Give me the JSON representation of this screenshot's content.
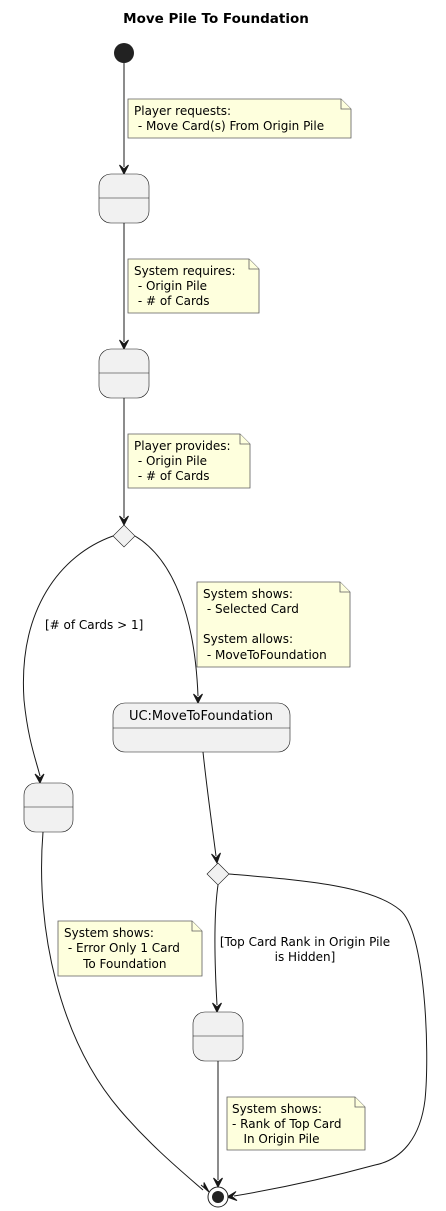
{
  "title": "Move Pile To Foundation",
  "notes": {
    "player_requests": [
      "Player requests:",
      " - Move Card(s) From Origin Pile"
    ],
    "system_requires": [
      "System requires:",
      " - Origin Pile",
      " - # of Cards"
    ],
    "player_provides": [
      "Player provides:",
      " - Origin Pile",
      " - # of Cards"
    ],
    "system_shows_allows": [
      "System shows:",
      " - Selected Card",
      "",
      "System allows:",
      " - MoveToFoundation"
    ],
    "system_shows_error": [
      "System shows:",
      " - Error Only 1 Card",
      "     To Foundation"
    ],
    "system_shows_rank": [
      "System shows:",
      "- Rank of Top Card",
      "   In Origin Pile"
    ]
  },
  "states": {
    "move_to_foundation": "UC:MoveToFoundation"
  },
  "guards": {
    "cards_gt_one": "[# of Cards > 1]",
    "top_card_hidden": [
      "[Top Card Rank in Origin Pile",
      "is Hidden]"
    ]
  }
}
